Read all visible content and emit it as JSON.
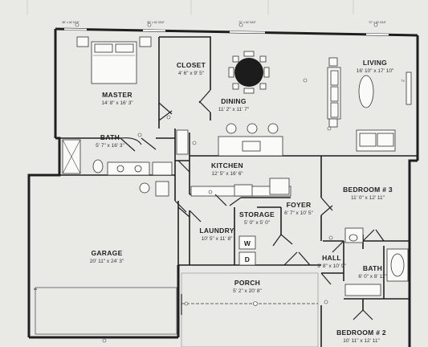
{
  "rooms": {
    "master": {
      "name": "MASTER",
      "dim": "14' 8\" x 16' 3\""
    },
    "closet": {
      "name": "CLOSET",
      "dim": "4' 6\" x 9' 5\""
    },
    "dining": {
      "name": "DINING",
      "dim": "11' 2\" x 11' 7\""
    },
    "living": {
      "name": "LIVING",
      "dim": "16' 10\" x 17' 10\""
    },
    "bath1": {
      "name": "BATH",
      "dim": "5' 7\" x 16' 3\""
    },
    "kitchen": {
      "name": "KITCHEN",
      "dim": "12' 5\" x 16' 6\""
    },
    "bedroom3": {
      "name": "BEDROOM # 3",
      "dim": "11' 0\" x 12' 11\""
    },
    "garage": {
      "name": "GARAGE",
      "dim": "20' 11\" x 24' 3\""
    },
    "storage": {
      "name": "STORAGE",
      "dim": "5' 0\" x 5' 0\""
    },
    "foyer": {
      "name": "FOYER",
      "dim": "6' 7\" x 10' 5\""
    },
    "laundry": {
      "name": "LAUNDRY",
      "dim": "10' 5\" x 11' 8\""
    },
    "hall": {
      "name": "HALL",
      "dim": "3' 8\" x 10' 9\""
    },
    "bath2": {
      "name": "BATH",
      "dim": "6' 0\" x 8' 11\""
    },
    "porch": {
      "name": "PORCH",
      "dim": "5' 2\" x 20' 8\""
    },
    "bedroom2": {
      "name": "BEDROOM # 2",
      "dim": "10' 11\" x 12' 11\""
    }
  },
  "appliances": {
    "washer": "W",
    "dryer": "D",
    "tv": "TV"
  },
  "window_tags": [
    "36\" x 62 3/16\"",
    "36\" x 62 3/16\"",
    "72\" x 62 3/16\"",
    "72\" x 62 3/16\""
  ]
}
